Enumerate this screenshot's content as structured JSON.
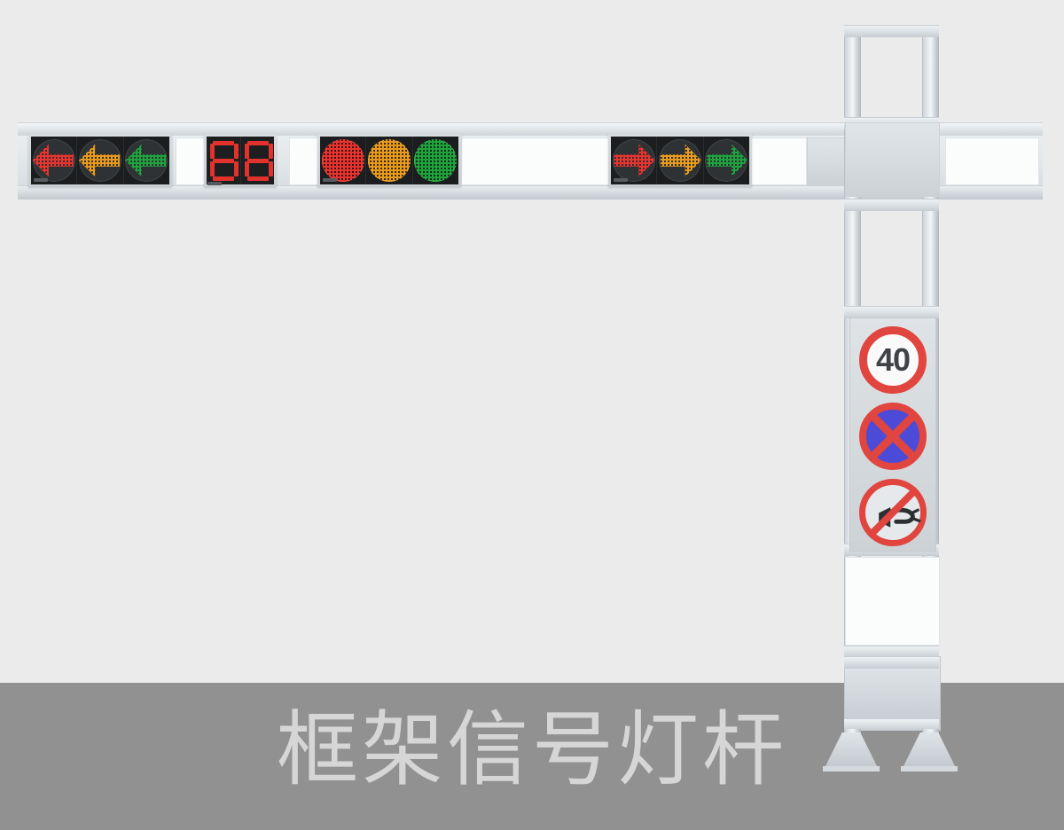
{
  "scene": {
    "caption": "框架信号灯杆",
    "background_color": "#ebebeb",
    "ground_color": "#919191",
    "caption_color": "#d6d6d6",
    "structure_color": "#dfe4e8"
  },
  "gantry": {
    "type": "frame-style traffic signal gantry pole",
    "beam": {
      "orientation": "horizontal",
      "section": "channel / box truss"
    },
    "pole": {
      "orientation": "vertical",
      "style": "twin-rail ladder frame",
      "base": "flared foot plates"
    }
  },
  "signals": [
    {
      "id": "left-turn-arrow-group",
      "kind": "arrow-signal",
      "direction": "left",
      "lamps": [
        {
          "color": "red",
          "hex": "#e8332e",
          "state": "on",
          "symbol": "left-arrow"
        },
        {
          "color": "amber",
          "hex": "#e89a1c",
          "state": "on",
          "symbol": "left-arrow"
        },
        {
          "color": "green",
          "hex": "#1fa33c",
          "state": "on",
          "symbol": "left-arrow"
        }
      ]
    },
    {
      "id": "countdown-timer",
      "kind": "countdown",
      "value": "88",
      "digits": [
        "8",
        "8"
      ],
      "led_color": "#e2322d"
    },
    {
      "id": "full-ball-group",
      "kind": "ball-signal",
      "lamps": [
        {
          "color": "red",
          "hex": "#e8332e",
          "state": "on",
          "symbol": "circle"
        },
        {
          "color": "amber",
          "hex": "#e89a1c",
          "state": "on",
          "symbol": "circle"
        },
        {
          "color": "green",
          "hex": "#1fa33c",
          "state": "on",
          "symbol": "circle"
        }
      ]
    },
    {
      "id": "right-turn-arrow-group",
      "kind": "arrow-signal",
      "direction": "right",
      "lamps": [
        {
          "color": "red",
          "hex": "#e8332e",
          "state": "on",
          "symbol": "right-arrow"
        },
        {
          "color": "amber",
          "hex": "#e89a1c",
          "state": "on",
          "symbol": "right-arrow"
        },
        {
          "color": "green",
          "hex": "#1fa33c",
          "state": "on",
          "symbol": "right-arrow"
        }
      ]
    }
  ],
  "blank_boards": [
    {
      "id": "board-1",
      "label": ""
    },
    {
      "id": "board-2",
      "label": ""
    },
    {
      "id": "board-3",
      "label": ""
    },
    {
      "id": "board-4",
      "label": ""
    }
  ],
  "road_signs": [
    {
      "id": "speed-limit",
      "name": "speed-limit-sign",
      "text": "40",
      "shape": "circle",
      "border_color": "#e0453f",
      "face_color": "#fafafa",
      "text_color": "#3f4347"
    },
    {
      "id": "no-stopping",
      "name": "no-stopping-sign",
      "text": "",
      "shape": "circle",
      "border_color": "#e0453f",
      "face_color": "#4b4bd8",
      "mark": "red-cross"
    },
    {
      "id": "no-horn",
      "name": "no-honking-sign",
      "text": "",
      "shape": "circle",
      "border_color": "#e0453f",
      "face_color": "#e6e9eb",
      "mark": "horn-with-slash"
    }
  ]
}
